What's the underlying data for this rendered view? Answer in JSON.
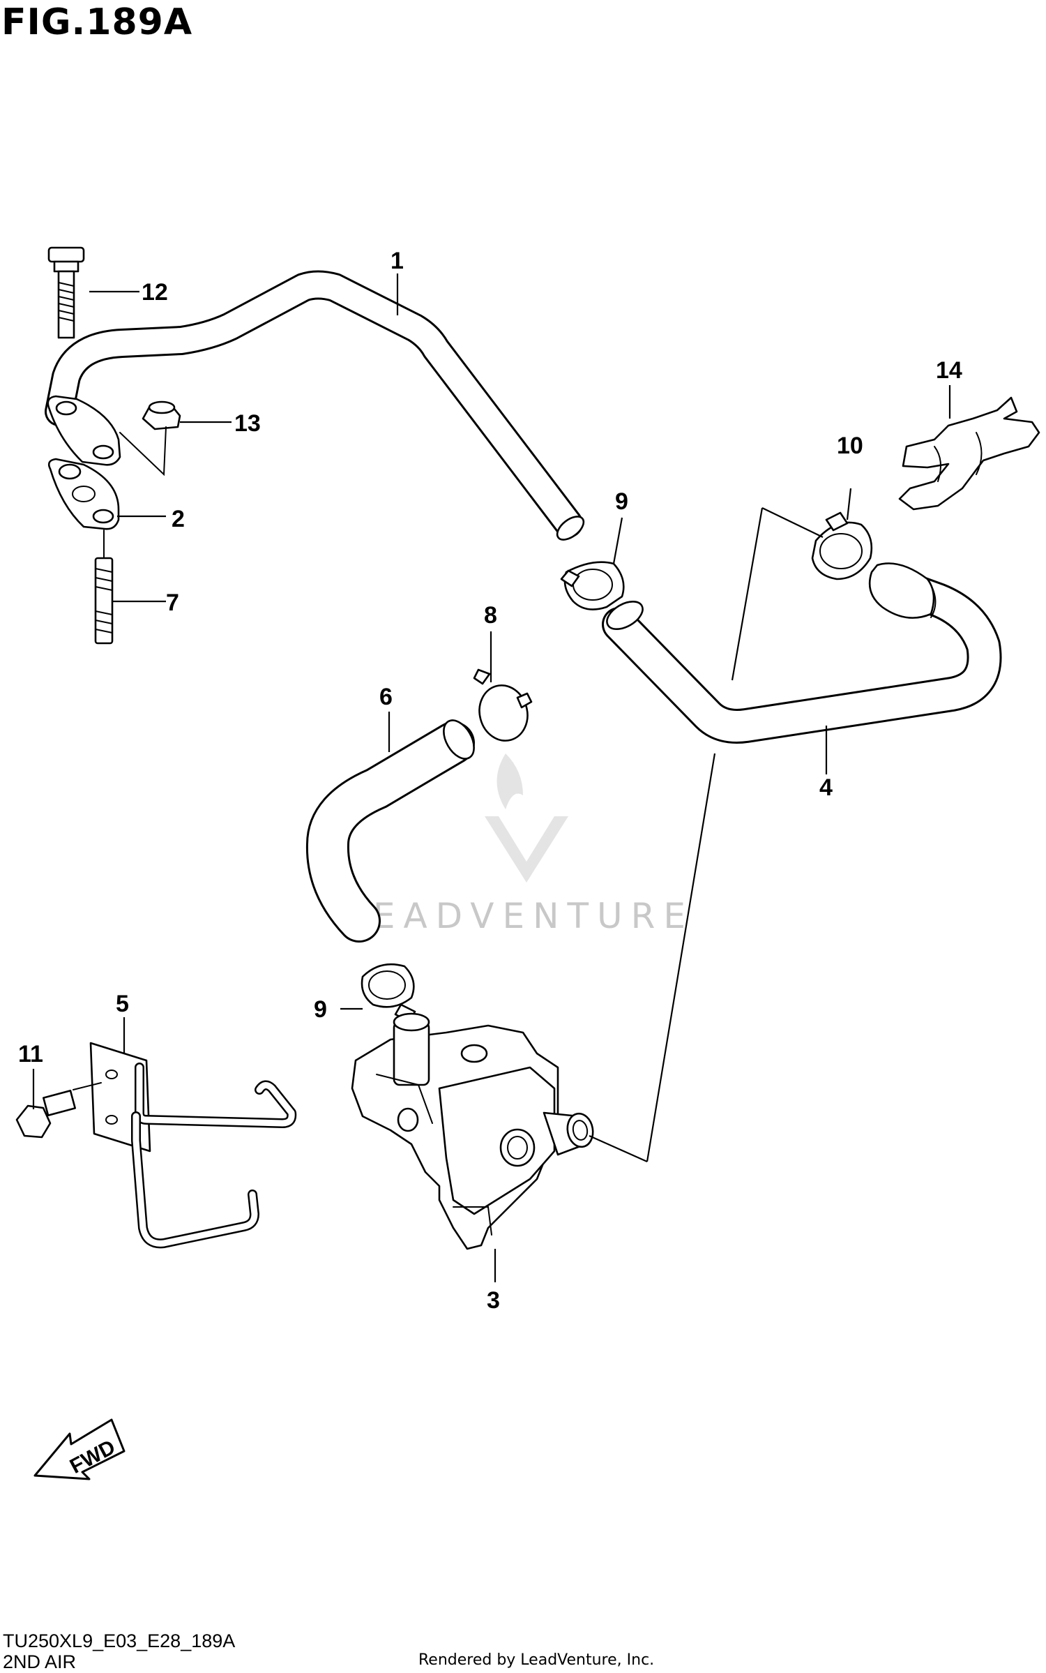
{
  "title": "FIG.189A",
  "callouts": {
    "c1": "1",
    "c2": "2",
    "c3": "3",
    "c4": "4",
    "c5": "5",
    "c6": "6",
    "c7": "7",
    "c8": "8",
    "c9a": "9",
    "c9b": "9",
    "c10": "10",
    "c11": "11",
    "c12": "12",
    "c13": "13",
    "c14": "14"
  },
  "watermark": "LEADVENTURE",
  "direction_arrow": "FWD",
  "footer": {
    "code": "TU250XL9_E03_E28_189A",
    "subtitle": "2ND AIR",
    "credit": "Rendered by LeadVenture, Inc."
  }
}
